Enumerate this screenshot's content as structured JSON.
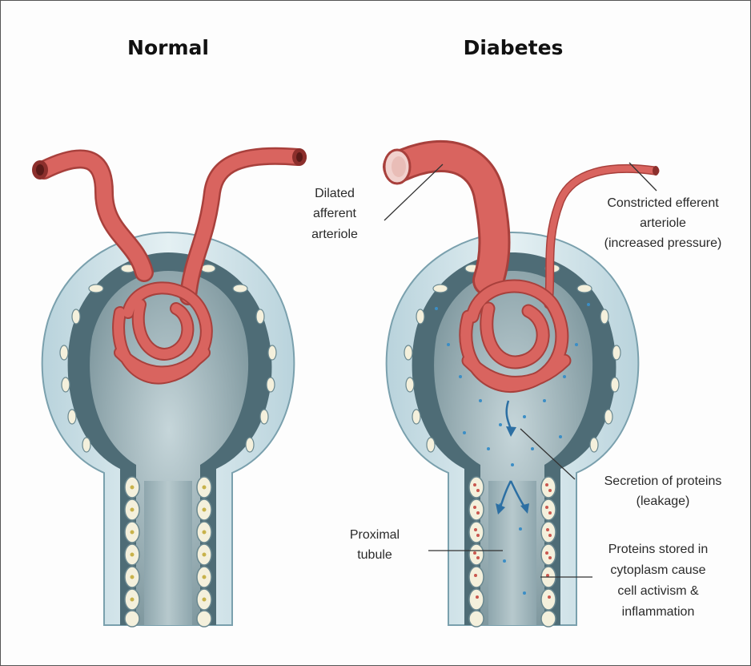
{
  "panels": {
    "left_title": "Normal",
    "right_title": "Diabetes"
  },
  "labels": {
    "afferent": [
      "Dilated",
      "afferent",
      "arteriole"
    ],
    "efferent": [
      "Constricted efferent",
      "arteriole",
      "(increased pressure)"
    ],
    "secretion": [
      "Secretion of proteins",
      "(leakage)"
    ],
    "proximal": [
      "Proximal",
      "tubule"
    ],
    "stored": [
      "Proteins stored in",
      "cytoplasm cause",
      "cell activism &",
      "inflammation"
    ]
  },
  "colors": {
    "vessel": "#d9645f",
    "vessel_dark": "#a8403c",
    "capsule_outer": "#cfe3ea",
    "capsule_inner": "#5f7f8a",
    "lumen": "#a9c0c6",
    "cell": "#f4f0dc",
    "protein_dot": "#3b8ec6"
  }
}
